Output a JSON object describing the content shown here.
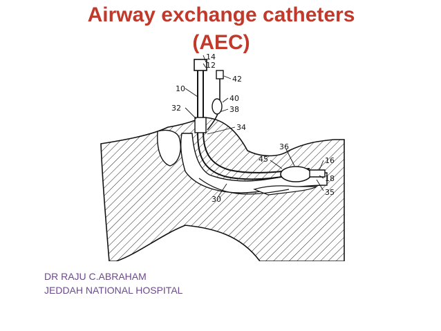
{
  "slide": {
    "title_line1": "Airway exchange catheters",
    "title_line2": "(AEC)",
    "author": "DR RAJU C.ABRAHAM",
    "institution": "JEDDAH NATIONAL HOSPITAL"
  },
  "figure": {
    "labels": {
      "l14": "14",
      "l12": "12",
      "l42": "42",
      "l10": "10",
      "l40": "40",
      "l32": "32",
      "l38": "38",
      "l34": "34",
      "l36": "36",
      "l45": "45",
      "l16": "16",
      "l18": "18",
      "l35": "35",
      "l30": "30"
    }
  },
  "colors": {
    "title": "#c0392b",
    "footer": "#6b4a8c",
    "line": "#111111"
  }
}
